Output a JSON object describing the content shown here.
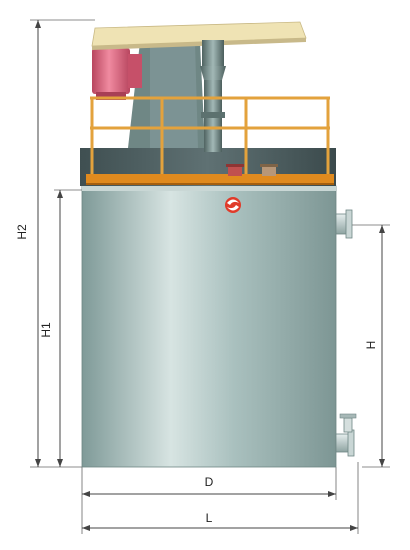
{
  "dimensions": {
    "h2": "H2",
    "h1": "H1",
    "h": "H",
    "d": "D",
    "l": "L"
  },
  "colors": {
    "tank_body": "#9fb8b6",
    "tank_highlight": "#d7e4e2",
    "platform": "#e08a1e",
    "railing": "#e3a23c",
    "top_band": "#4d5e60",
    "motor": "#d9607a",
    "cover": "#efe3b4",
    "shaft": "#6f8684",
    "logo": "#e03b2a"
  },
  "icons": {
    "logo": "brand-logo-icon",
    "pipe_outlet_upper": "pipe-flange-icon",
    "pipe_outlet_lower": "valve-icon"
  }
}
